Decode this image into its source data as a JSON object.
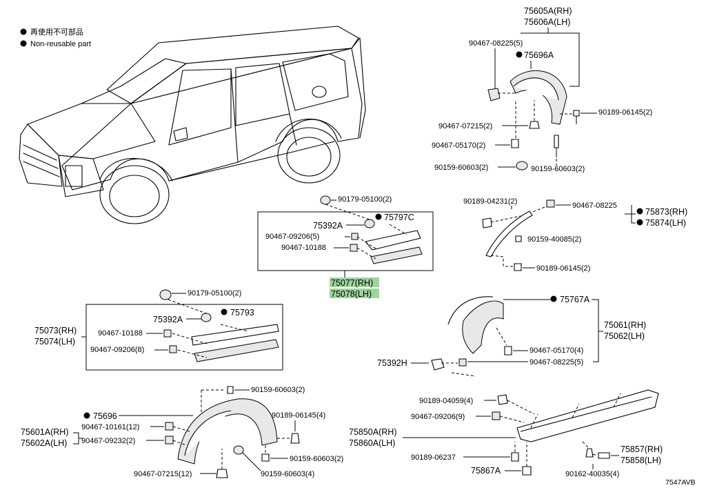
{
  "legend": {
    "jp": "再使用不可部品",
    "en": "Non-reusable part"
  },
  "footer_code": "7547AVB",
  "labels": {
    "p75605A": "75605A(RH)",
    "p75606A": "75606A(LH)",
    "p90467_08225_5a": "90467-08225(5)",
    "p75696A": "75696A",
    "p90189_06145_2a": "90189-06145(2)",
    "p90467_07215_2": "90467-07215(2)",
    "p90467_05170_2": "90467-05170(2)",
    "p90159_60603_2a": "90159-60603(2)",
    "p90159_60603_2b": "90159-60603(2)",
    "p90179_05100_2a": "90179-05100(2)",
    "p75392A_a": "75392A",
    "p75797C": "75797C",
    "p90467_09206_5": "90467-09206(5)",
    "p90467_10188_a": "90467-10188",
    "p75077": "75077(RH)",
    "p75078": "75078(LH)",
    "p90189_04231_2": "90189-04231(2)",
    "p90467_08225": "90467-08225",
    "p75873": "75873(RH)",
    "p75874": "75874(LH)",
    "p90159_40085_2": "90159-40085(2)",
    "p90189_06145_2b": "90189-06145(2)",
    "p90179_05100_2b": "90179-05100(2)",
    "p75392A_b": "75392A",
    "p75793": "75793",
    "p75073": "75073(RH)",
    "p75074": "75074(LH)",
    "p90467_10188_b": "90467-10188",
    "p90467_09206_8": "90467-09206(8)",
    "p75767A": "75767A",
    "p75061": "75061(RH)",
    "p75062": "75062(LH)",
    "p90467_05170_4": "90467-05170(4)",
    "p75392H": "75392H",
    "p90467_08225_5b": "90467-08225(5)",
    "p90159_60603_2c": "90159-60603(2)",
    "p75696": "75696",
    "p90189_06145_4": "90189-06145(4)",
    "p75601A": "75601A(RH)",
    "p75602A": "75602A(LH)",
    "p90467_10161_12": "90467-10161(12)",
    "p90467_09232_2": "90467-09232(2)",
    "p90159_60603_2d": "90159-60603(2)",
    "p90467_07215_12": "90467-07215(12)",
    "p90159_60603_4": "90159-60603(4)",
    "p90189_04059_4": "90189-04059(4)",
    "p90467_09206_9": "90467-09206(9)",
    "p75850A": "75850A(RH)",
    "p75860A": "75860A(LH)",
    "p90189_06237": "90189-06237",
    "p75867A": "75867A",
    "p75857": "75857(RH)",
    "p75858": "75858(LH)",
    "p90162_40035_4": "90162-40035(4)"
  },
  "highlight_color": "#9ed49e"
}
